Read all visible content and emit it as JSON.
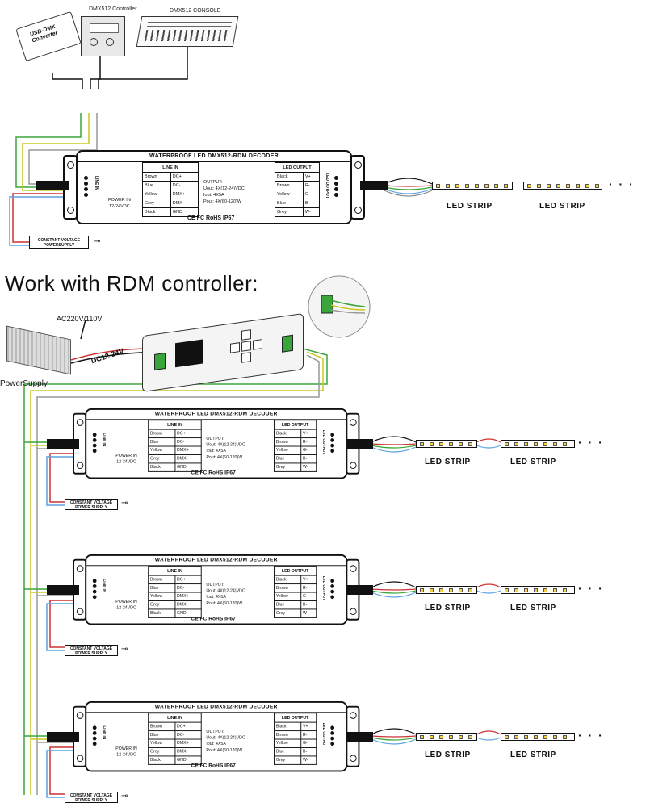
{
  "top": {
    "usb_converter_label": "USB-DMX\nConverter",
    "dmx_controller_label": "DMX512 Controller",
    "dmx_console_label": "DMX512 CONSOLE",
    "psu_box_label": "CONSTANT VOLTAGE\nPOWERSUPPLY"
  },
  "heading": "Work with RDM controller:",
  "rdm": {
    "ac_label": "AC220V/110V",
    "dc_label": "DC12-24V",
    "power_supply_label": "PowerSupply",
    "psu_box_label": "CONSTANT VOLTAGE\nPOWER SUPPLY"
  },
  "decoder": {
    "title": "WATERPROOF LED DMX512-RDM DECODER",
    "line_in_header": "LINE IN",
    "line_in_rows": [
      [
        "Brown",
        "DC+"
      ],
      [
        "Blue",
        "DC-"
      ],
      [
        "Yellow",
        "DMX+"
      ],
      [
        "Grey",
        "DMX-"
      ],
      [
        "Black",
        "GND"
      ]
    ],
    "led_output_header": "LED OUTPUT",
    "led_output_rows": [
      [
        "Black",
        "V+"
      ],
      [
        "Brown",
        "R-"
      ],
      [
        "Yellow",
        "G-"
      ],
      [
        "Blue",
        "B-"
      ],
      [
        "Grey",
        "W-"
      ]
    ],
    "output_spec": [
      "OUTPUT:",
      "Uout: 4X(12-24)VDC",
      "Iout: 4X5A",
      "Pout: 4X(60-120)W"
    ],
    "power_in": [
      "POWER IN",
      "12-24VDC"
    ],
    "cert": "CE  FC  RoHS  IP67",
    "line_in_vertical": "LINE IN",
    "led_output_vertical": "LED OUTPUT"
  },
  "strip_label": "LED STRIP",
  "ellipsis": "· · ·"
}
